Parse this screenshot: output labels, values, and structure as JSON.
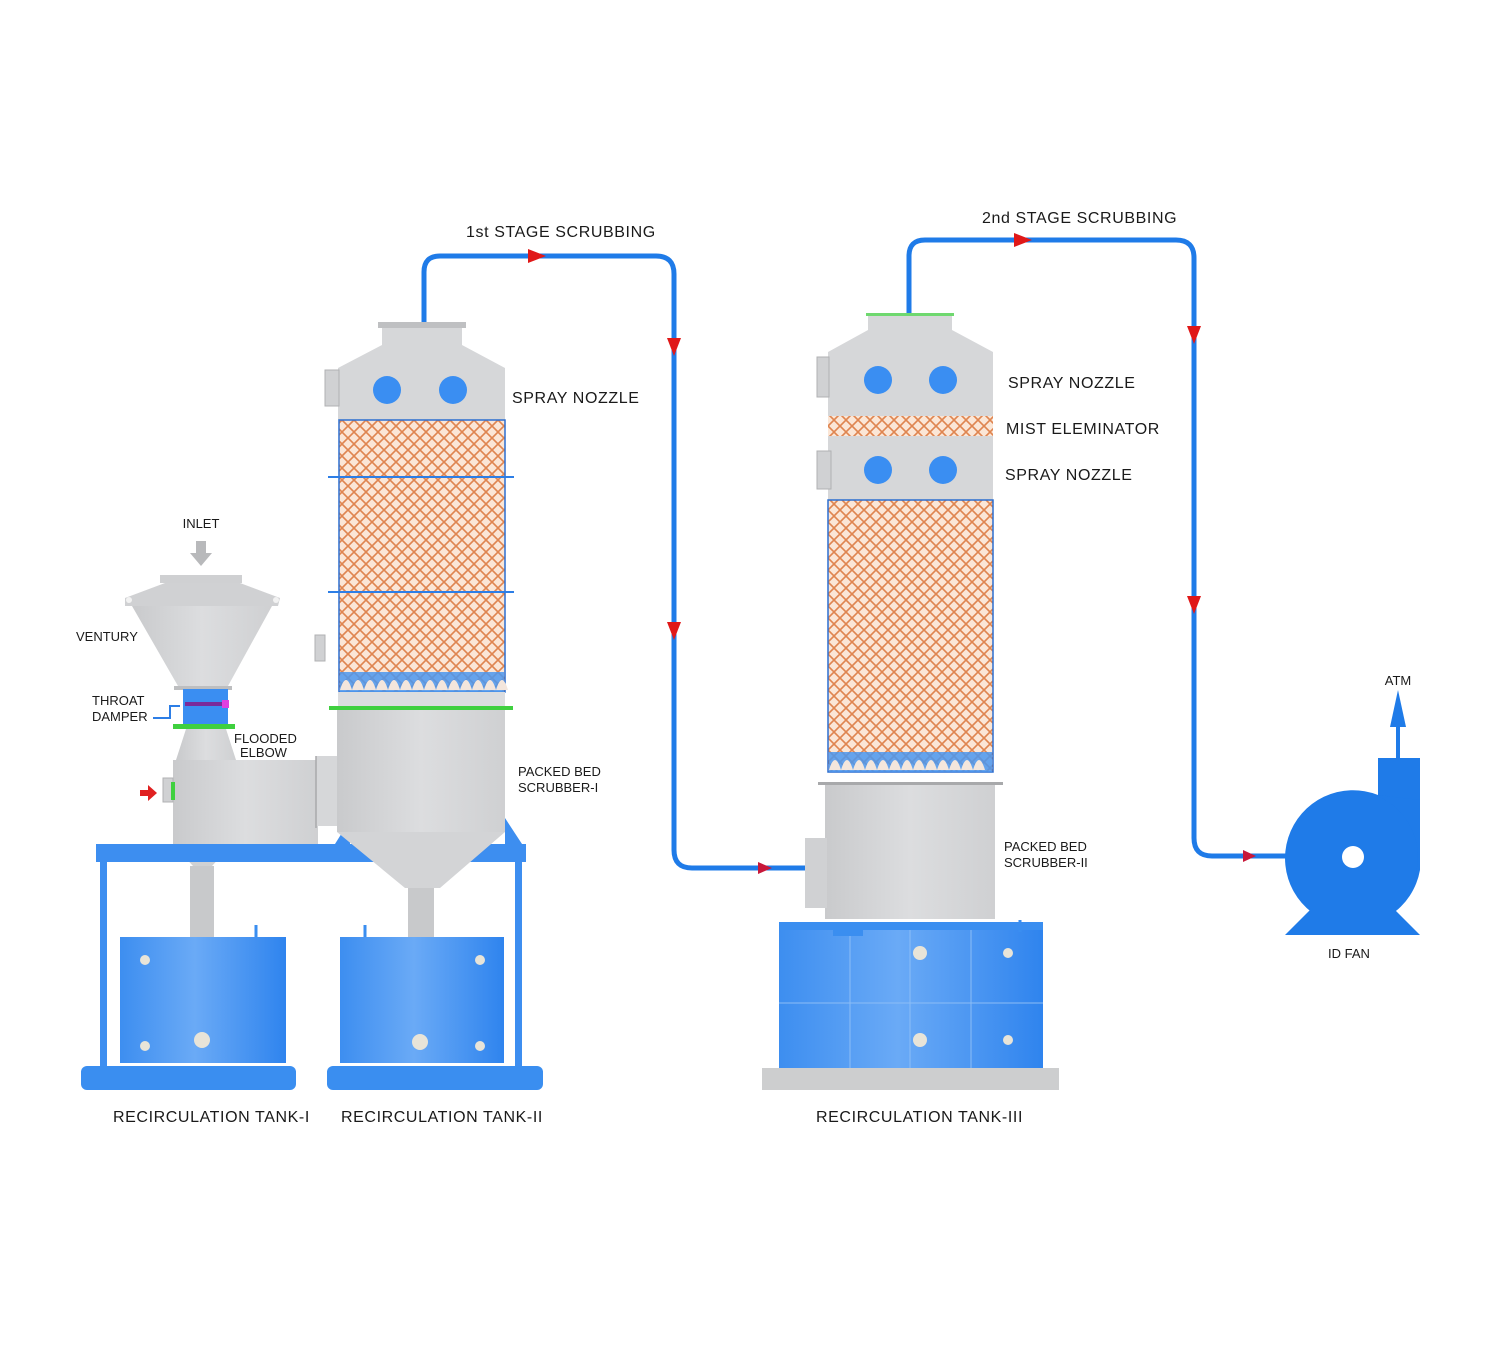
{
  "title": "Two-Stage Venturi & Packed Bed Scrubber System",
  "colors": {
    "duct_blue": "#1f7be8",
    "tank_blue": "#3d8ef0",
    "steel_gray": "#d2d3d5",
    "packing_orange": "#e8915a",
    "flow_arrow_red": "#e01818",
    "flange_green": "#3fd03f",
    "damper_magenta": "#d020d0"
  },
  "labels": {
    "inlet": "INLET",
    "venturi": "VENTURY",
    "throat_damper_line1": "THROAT",
    "throat_damper_line2": "DAMPER",
    "flooded_elbow_line1": "FLOODED",
    "flooded_elbow_line2": "ELBOW",
    "stage1": "1st STAGE SCRUBBING",
    "stage2": "2nd STAGE SCRUBBING",
    "spray_nozzle_1": "SPRAY NOZZLE",
    "spray_nozzle_2a": "SPRAY NOZZLE",
    "mist_eliminator": "MIST ELEMINATOR",
    "spray_nozzle_2b": "SPRAY NOZZLE",
    "scrubber1_line1": "PACKED BED",
    "scrubber1_line2": "SCRUBBER-I",
    "scrubber2_line1": "PACKED BED",
    "scrubber2_line2": "SCRUBBER-II",
    "tank1": "RECIRCULATION TANK-I",
    "tank2": "RECIRCULATION TANK-II",
    "tank3": "RECIRCULATION TANK-III",
    "atm": "ATM",
    "id_fan": "ID FAN"
  },
  "flow_path": [
    "INLET",
    "VENTURY",
    "FLOODED ELBOW",
    "PACKED BED SCRUBBER-I",
    "PACKED BED SCRUBBER-II",
    "ID FAN",
    "ATM"
  ]
}
